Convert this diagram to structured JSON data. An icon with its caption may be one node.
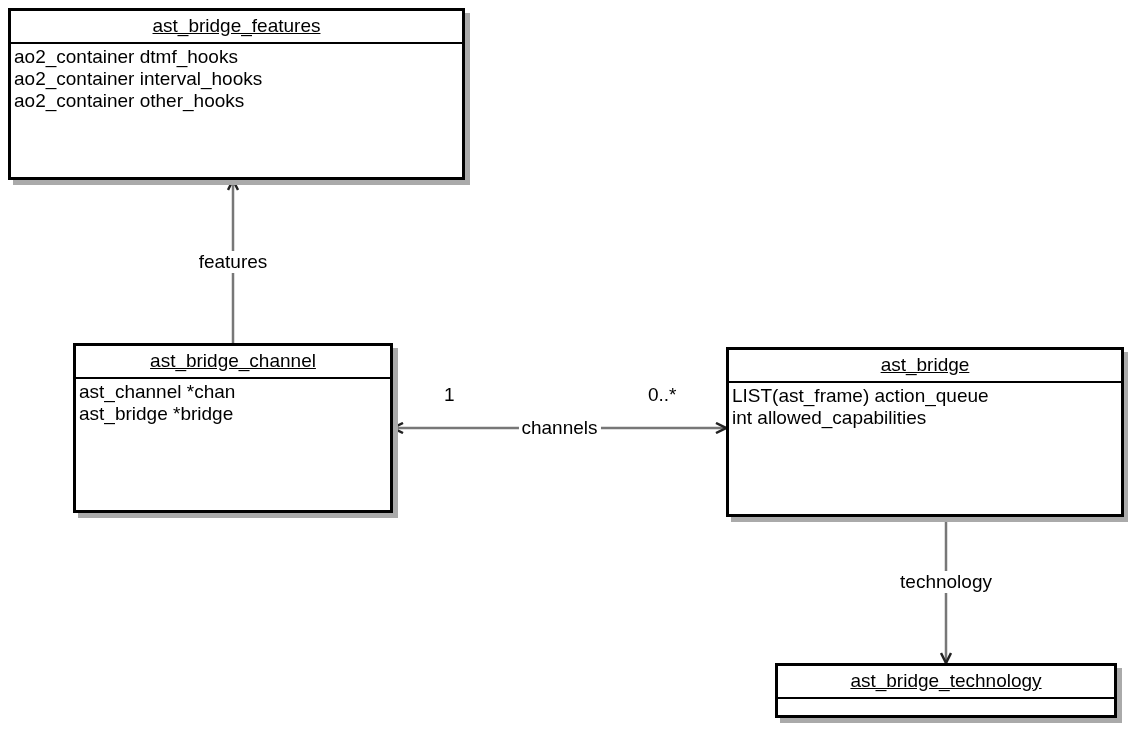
{
  "diagram": {
    "nodes": [
      {
        "text": [
          "ast_bridge_features",
          "ao2_container dtmf_hooks",
          "ao2_container interval_hooks",
          "ao2_container other_hooks"
        ]
      },
      {
        "text": [
          "ast_bridge_channel",
          "ast_channel *chan",
          "ast_bridge *bridge"
        ]
      },
      {
        "text": [
          "ast_bridge",
          "LIST(ast_frame) action_queue",
          "int allowed_capabilities"
        ]
      },
      {
        "text": [
          "ast_bridge_technology"
        ]
      }
    ],
    "edges": [
      {
        "from": 1,
        "to": 0,
        "arrow": "to",
        "label": "features"
      },
      {
        "from": 1,
        "to": 2,
        "arrow": "both",
        "label": "channels"
      },
      {
        "from": 2,
        "to": 3,
        "arrow": "to",
        "label": "technology"
      }
    ],
    "labels": [
      "1",
      "0..*"
    ]
  }
}
